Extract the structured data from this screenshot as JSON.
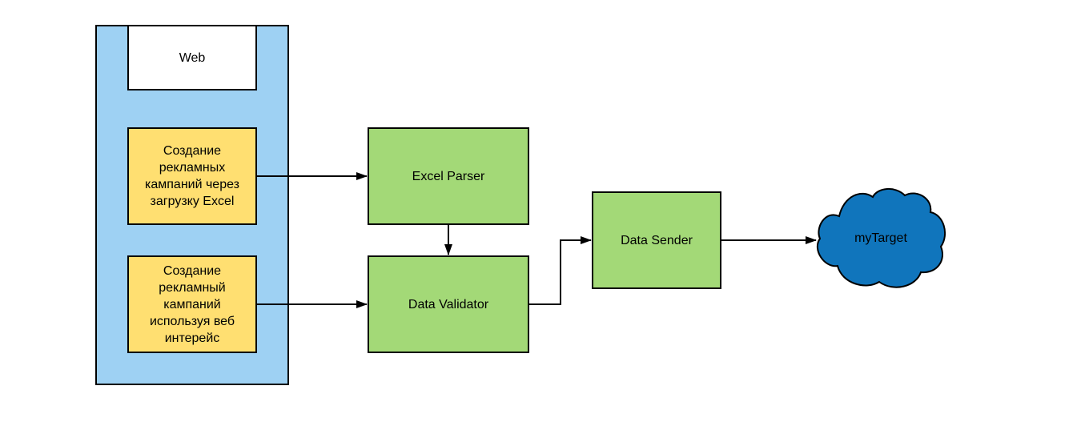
{
  "diagram": {
    "nodes": {
      "web_container": {
        "label": ""
      },
      "web_label": {
        "label": "Web"
      },
      "excel_upload": {
        "label": "Создание\nрекламных\nкампаний через\nзагрузку Excel"
      },
      "web_ui": {
        "label": "Создание\nрекламный\nкампаний\nиспользуя веб\nинтерейс"
      },
      "excel_parser": {
        "label": "Excel Parser"
      },
      "data_validator": {
        "label": "Data Validator"
      },
      "data_sender": {
        "label": "Data Sender"
      },
      "my_target": {
        "label": "myTarget"
      }
    },
    "colors": {
      "container_fill": "#9ed1f3",
      "orange_fill": "#ffdf71",
      "green_fill": "#a3d977",
      "cloud_fill": "#1075bc",
      "stroke": "#000000"
    }
  }
}
